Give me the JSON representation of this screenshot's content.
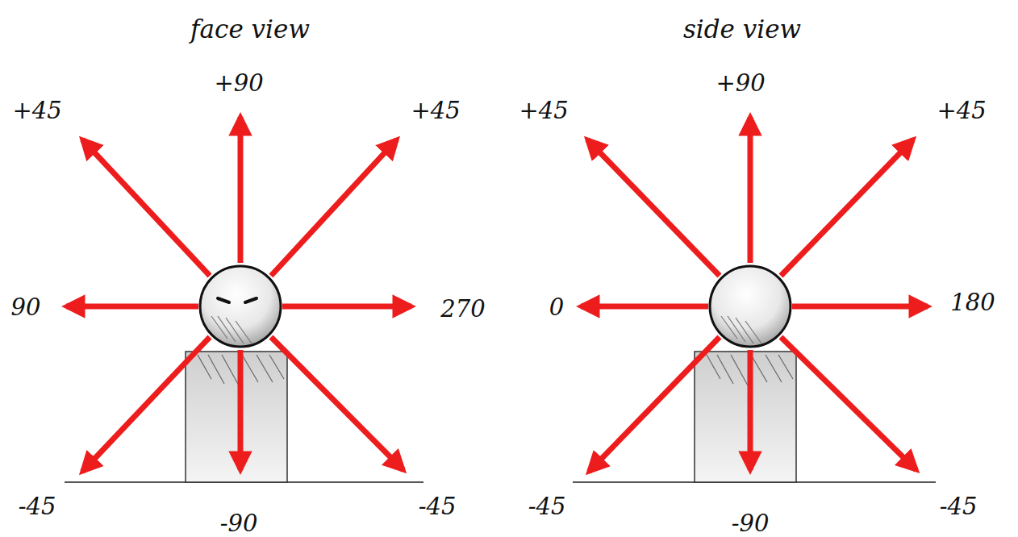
{
  "diagram": {
    "labels": [
      "face view",
      "+45",
      "+90",
      "+45",
      "90",
      "270",
      "-45",
      "-90",
      "-45",
      "side view",
      "+45",
      "+90",
      "+45",
      "0",
      "180",
      "-45",
      "-90",
      "-45"
    ]
  }
}
